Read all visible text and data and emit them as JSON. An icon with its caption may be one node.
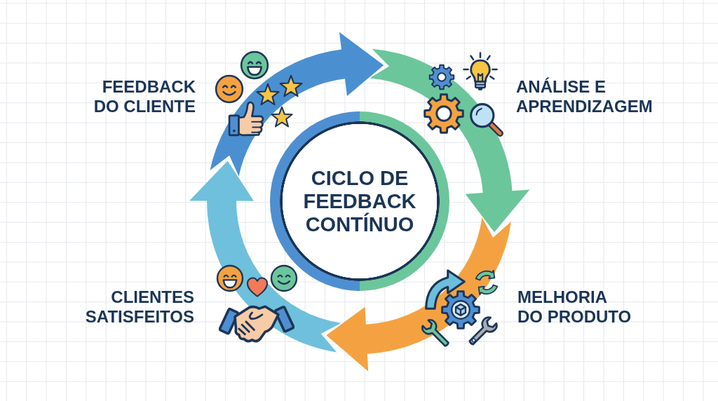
{
  "diagram": {
    "nodes": [
      {
        "text": [
          "FEEDBACK DO CLIENTE"
        ]
      },
      {
        "text": [
          "ANÁLISE E APRENDIZAGEM"
        ]
      },
      {
        "text": [
          "CICLO DE FEEDBACK CONTÍNUO"
        ]
      },
      {
        "text": [
          "CLIENTES SATISFEITOS"
        ]
      },
      {
        "text": [
          "MELHORIA DO PRODUTO"
        ]
      }
    ],
    "edges": [
      {
        "from": 0,
        "to": 1,
        "arrow": "to",
        "color": "#4a90d0"
      },
      {
        "from": 1,
        "to": 4,
        "arrow": "to",
        "color": "#6cc69b"
      },
      {
        "from": 4,
        "to": 3,
        "arrow": "to",
        "color": "#f4a241"
      },
      {
        "from": 3,
        "to": 0,
        "arrow": "to",
        "color": "#6fc0dc"
      }
    ]
  }
}
